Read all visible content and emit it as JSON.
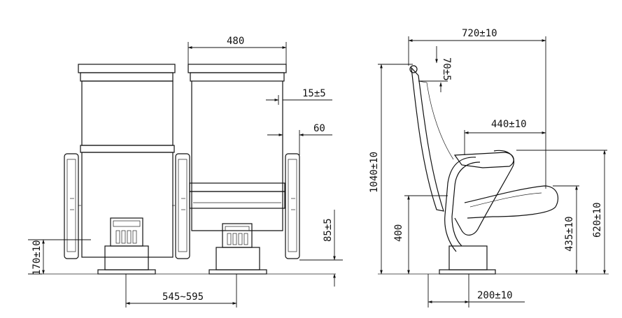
{
  "dimensions": {
    "width_480": "480",
    "armrest_15": "15±5",
    "armrest_60": "60",
    "arm_height_85": "85±5",
    "base_height_170": "170±10",
    "pitch_545_595": "545~595",
    "depth_720": "720±10",
    "tilt_70": "70±5",
    "seat_depth_440": "440±10",
    "total_height_1040": "1040±10",
    "seat_height_400": "400",
    "arm_height_435": "435±10",
    "arm_top_620": "620±10",
    "base_depth_200": "200±10"
  },
  "colors": {
    "line": "#111111",
    "background": "#ffffff"
  }
}
